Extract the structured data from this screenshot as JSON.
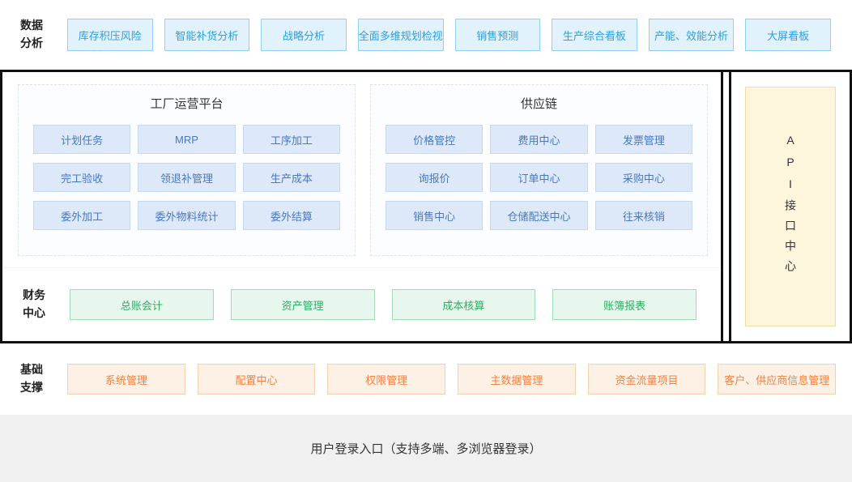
{
  "data_analysis": {
    "label": [
      "数据",
      "分析"
    ],
    "items": [
      "库存积压风险",
      "智能补货分析",
      "战略分析",
      "全面多维规划检视",
      "销售预测",
      "生产综合看板",
      "产能、效能分析",
      "大屏看板"
    ]
  },
  "factory": {
    "title": "工厂运营平台",
    "items": [
      "计划任务",
      "MRP",
      "工序加工",
      "完工验收",
      "领退补管理",
      "生产成本",
      "委外加工",
      "委外物料统计",
      "委外结算"
    ]
  },
  "supply_chain": {
    "title": "供应链",
    "items": [
      "价格管控",
      "费用中心",
      "发票管理",
      "询报价",
      "订单中心",
      "采购中心",
      "销售中心",
      "仓储配送中心",
      "往来核销"
    ]
  },
  "finance": {
    "label": [
      "财务",
      "中心"
    ],
    "items": [
      "总账会计",
      "资产管理",
      "成本核算",
      "账簿报表"
    ]
  },
  "api_center": {
    "label": "API接口中心"
  },
  "base_support": {
    "label": [
      "基础",
      "支撑"
    ],
    "items": [
      "系统管理",
      "配置中心",
      "权限管理",
      "主数据管理",
      "资金流量项目",
      "客户、供应商信息管理"
    ]
  },
  "login": {
    "text": "用户登录入口（支持多端、多浏览器登录）"
  },
  "colors": {
    "accent_blue": "#2ba0e0",
    "module_blue": "#4a78c0",
    "green": "#2fae62",
    "orange": "#f5823c",
    "api_yellow_bg": "#fdf6dc",
    "frame_black": "#111111"
  }
}
